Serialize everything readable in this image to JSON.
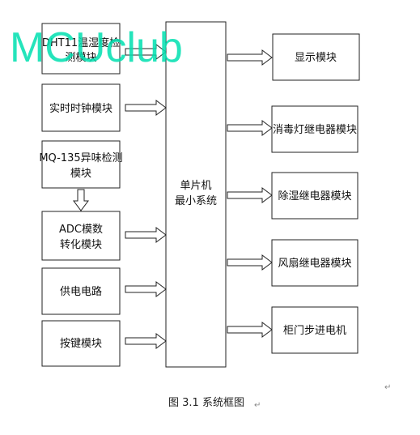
{
  "watermark": "MCUclub",
  "center": {
    "line1": "单片机",
    "line2": "最小系统"
  },
  "left_modules": [
    {
      "line1": "DHT11温湿度检",
      "line2": "测模块"
    },
    {
      "line1": "实时时钟模块",
      "line2": ""
    },
    {
      "line1": "MQ-135异味检测",
      "line2": "模块"
    },
    {
      "line1": "ADC模数",
      "line2": "转化模块"
    },
    {
      "line1": "供电电路",
      "line2": ""
    },
    {
      "line1": "按键模块",
      "line2": ""
    }
  ],
  "right_modules": [
    {
      "line1": "显示模块"
    },
    {
      "line1": "消毒灯继电器模块"
    },
    {
      "line1": "除湿继电器模块"
    },
    {
      "line1": "风扇继电器模块"
    },
    {
      "line1": "柜门步进电机"
    }
  ],
  "caption": "图 3.1 系统框图",
  "return_mark": "↵"
}
